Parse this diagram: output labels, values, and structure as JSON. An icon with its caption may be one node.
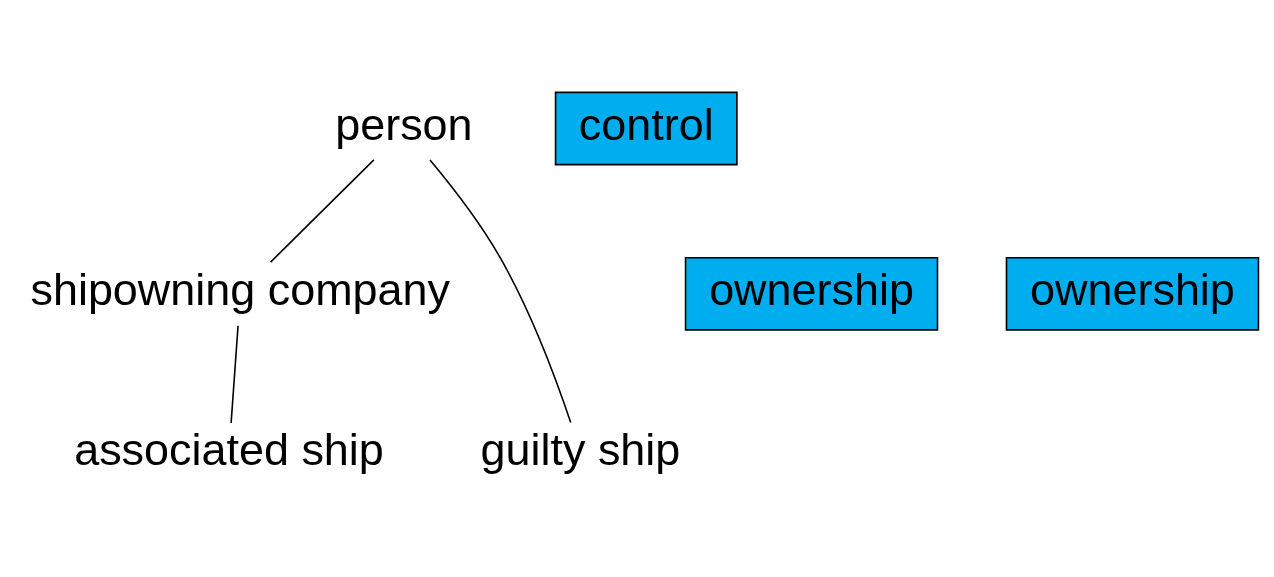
{
  "diagram": {
    "nodes": [
      {
        "text": [
          "person"
        ]
      },
      {
        "text": [
          "control"
        ]
      },
      {
        "text": [
          "ownership"
        ]
      },
      {
        "text": [
          "shipowning company"
        ]
      },
      {
        "text": [
          "ownership"
        ]
      },
      {
        "text": [
          "guilty ship"
        ]
      },
      {
        "text": [
          "associated ship"
        ]
      }
    ],
    "edges": [
      {
        "from": 0,
        "to": 5,
        "arrow": "none"
      },
      {
        "from": 0,
        "to": 3,
        "arrow": "none"
      },
      {
        "from": 3,
        "to": 6,
        "arrow": "none"
      }
    ]
  }
}
